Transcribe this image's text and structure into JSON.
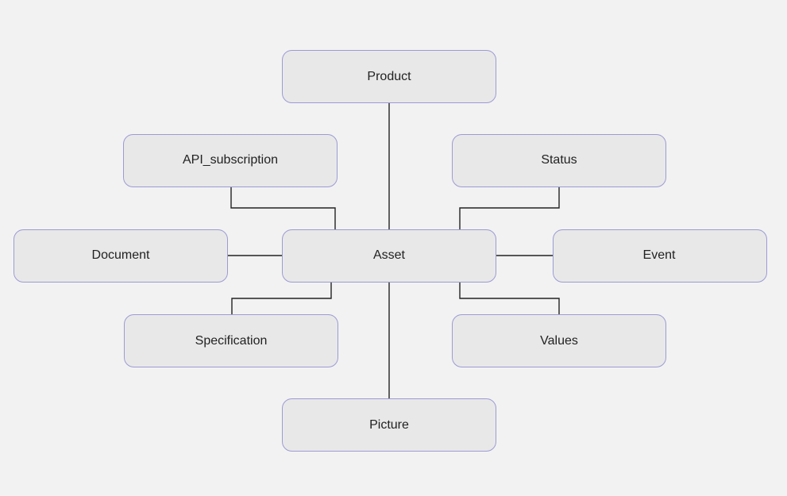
{
  "diagram": {
    "nodes": {
      "product": "Product",
      "api_subscription": "API_subscription",
      "status": "Status",
      "document": "Document",
      "asset": "Asset",
      "event": "Event",
      "specification": "Specification",
      "values": "Values",
      "picture": "Picture"
    },
    "edges": [
      {
        "from": "asset",
        "to": "product"
      },
      {
        "from": "asset",
        "to": "api_subscription"
      },
      {
        "from": "asset",
        "to": "status"
      },
      {
        "from": "asset",
        "to": "document"
      },
      {
        "from": "asset",
        "to": "event"
      },
      {
        "from": "asset",
        "to": "specification"
      },
      {
        "from": "asset",
        "to": "values"
      },
      {
        "from": "asset",
        "to": "picture"
      }
    ]
  },
  "colors": {
    "background": "#f2f2f2",
    "node_fill": "#e8e8e8",
    "node_border": "#9b9bd6",
    "edge": "#222222",
    "text": "#222222"
  }
}
